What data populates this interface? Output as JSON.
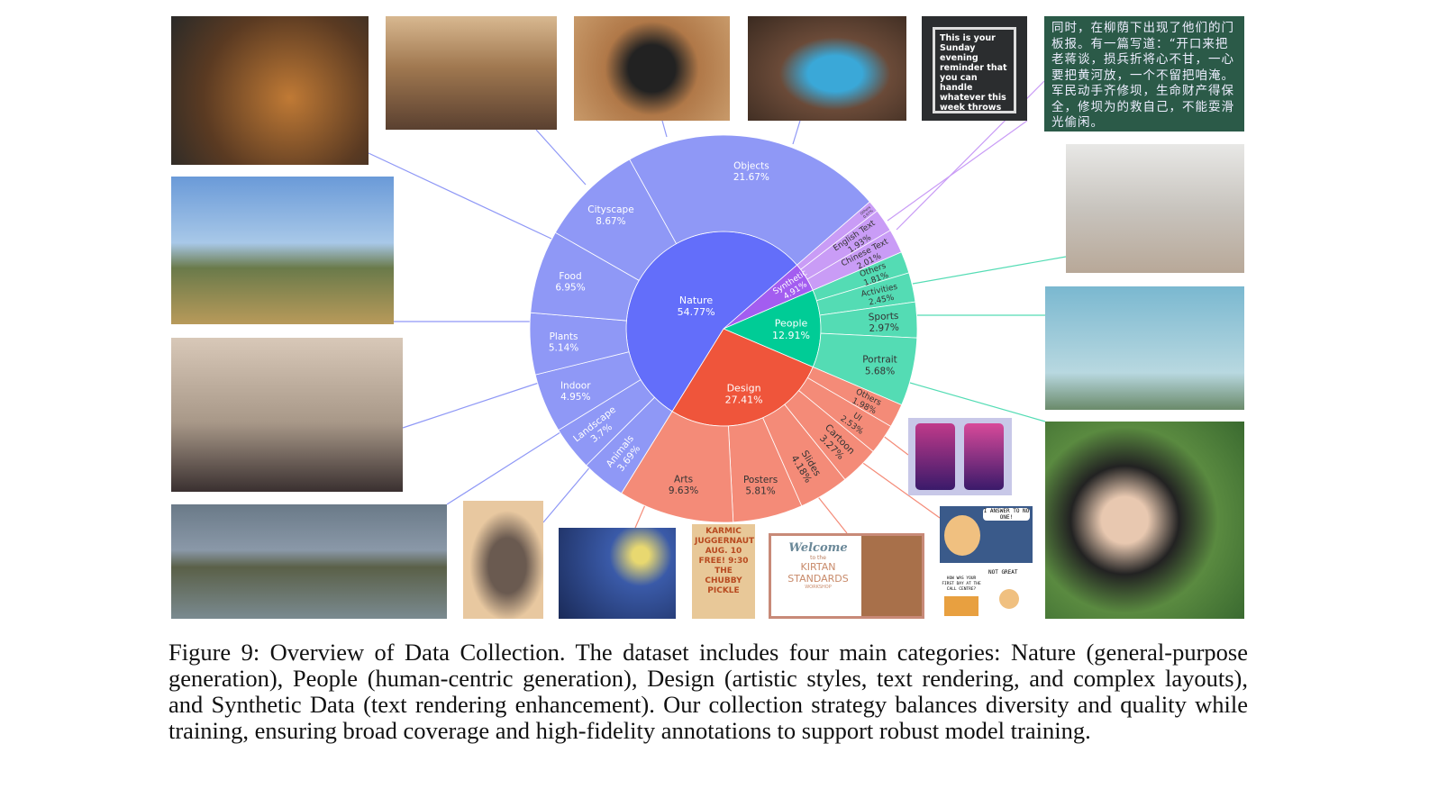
{
  "figure": {
    "caption": "Figure 9: Overview of Data Collection. The dataset includes four main categories: Nature (general-purpose generation), People (human-centric generation), Design (artistic styles, text rendering, and complex layouts), and Synthetic Data (text rendering enhancement). Our collection strategy balances diversity and quality while training, ensuring broad coverage and high-fidelity annotations to support robust model training.",
    "image_texts": {
      "reminder": "This is your Sunday evening reminder that you can handle whatever this week throws at you.",
      "chinese": "同时，在柳荫下出现了他们的门板报。有一篇写道：“开口来把老蒋谈，损兵折将心不甘，一心要把黄河放，一个不留把咱淹。军民动手齐修坝，生命财产得保全，修坝为的救自己，不能耍滑光偷闲。",
      "poster": "KARMIC JUGGERNAUT AUG. 10 FREE! 9:30 THE CHUBBY PICKLE",
      "kirtan_welcome": "Welcome",
      "kirtan_to": "to the",
      "kirtan_title": "KIRTAN STANDARDS",
      "kirtan_workshop": "WORKSHOP",
      "comic_1": "I ANSWER TO NO ONE!",
      "comic_2": "HOW WAS YOUR FIRST DAY AT THE CALL CENTRE?",
      "comic_3": "NOT GREAT"
    }
  },
  "chart_data": {
    "type": "sunburst",
    "unit": "%",
    "colors": {
      "Synthetic": [
        "#a35df0",
        "#c99cf6"
      ],
      "People": [
        "#00cc96",
        "#54dcb4"
      ],
      "Design": [
        "#ef553b",
        "#f48b78"
      ],
      "Nature": [
        "#636efa",
        "#8f98f6"
      ]
    },
    "categories": [
      {
        "name": "Synthetic",
        "value": 4.91,
        "children": [
          {
            "name": "Others",
            "value": 0.97
          },
          {
            "name": "English Text",
            "value": 1.93
          },
          {
            "name": "Chinese Text",
            "value": 2.01
          }
        ]
      },
      {
        "name": "People",
        "value": 12.91,
        "children": [
          {
            "name": "Others",
            "value": 1.81
          },
          {
            "name": "Activities",
            "value": 2.45
          },
          {
            "name": "Sports",
            "value": 2.97
          },
          {
            "name": "Portrait",
            "value": 5.68
          }
        ]
      },
      {
        "name": "Design",
        "value": 27.41,
        "children": [
          {
            "name": "Others",
            "value": 1.98
          },
          {
            "name": "UI",
            "value": 2.53
          },
          {
            "name": "Cartoon",
            "value": 3.27
          },
          {
            "name": "Slides",
            "value": 4.18
          },
          {
            "name": "Posters",
            "value": 5.81
          },
          {
            "name": "Arts",
            "value": 9.63
          }
        ]
      },
      {
        "name": "Nature",
        "value": 54.77,
        "children": [
          {
            "name": "Animals",
            "value": 3.69
          },
          {
            "name": "Landscape",
            "value": 3.7
          },
          {
            "name": "Indoor",
            "value": 4.95
          },
          {
            "name": "Plants",
            "value": 5.14
          },
          {
            "name": "Food",
            "value": 6.95
          },
          {
            "name": "Cityscape",
            "value": 8.67
          },
          {
            "name": "Objects",
            "value": 21.67
          }
        ]
      }
    ]
  }
}
